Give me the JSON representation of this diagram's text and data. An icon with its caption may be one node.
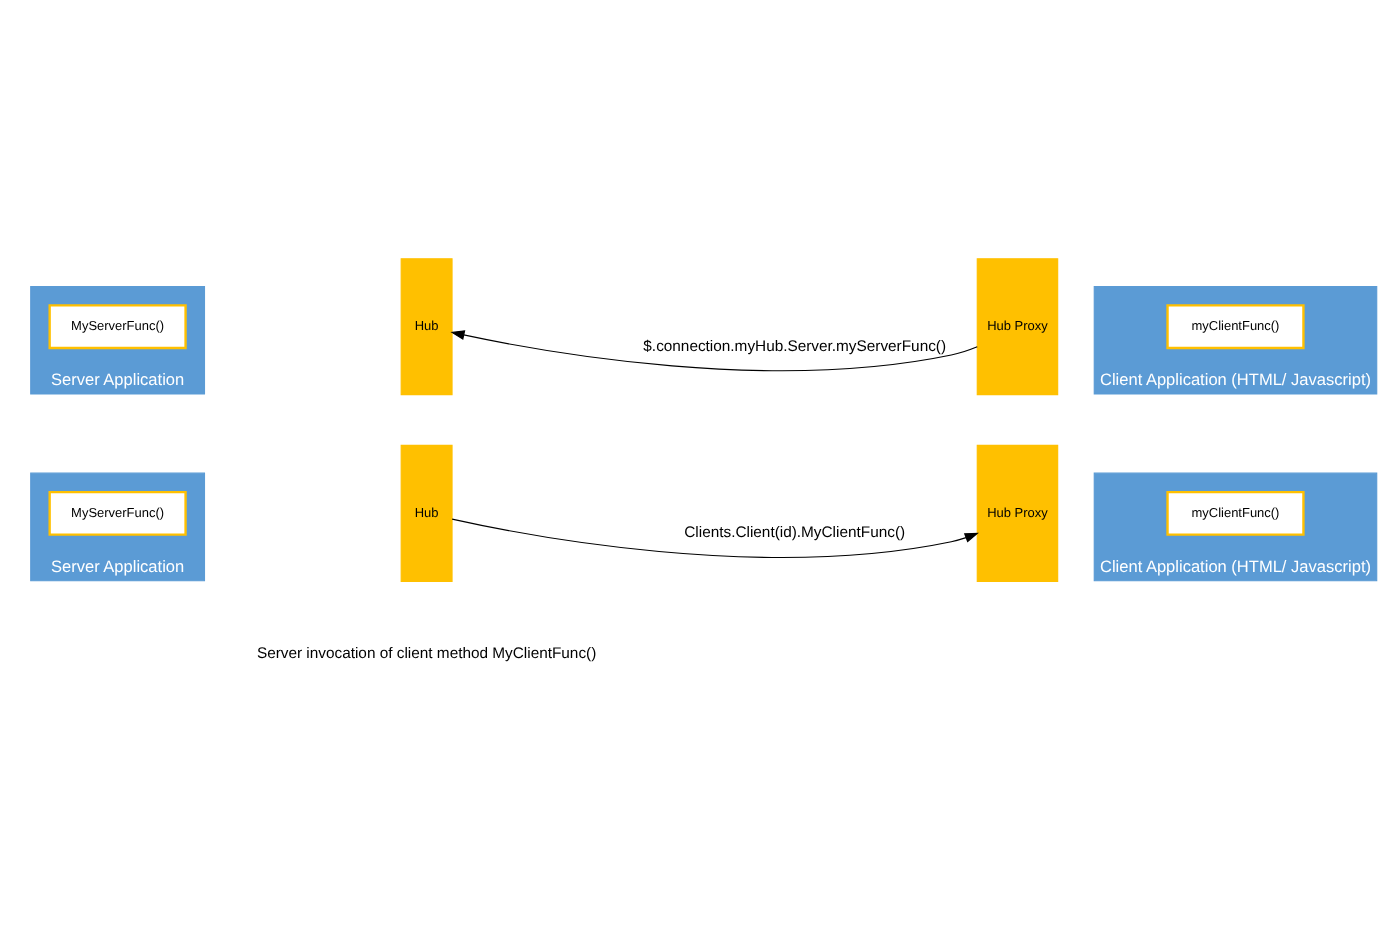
{
  "diagram": {
    "nodes": [
      {
        "text": [
          "Server Application"
        ]
      },
      {
        "text": [
          "MyServerFunc()"
        ],
        "in": 0
      },
      {
        "text": [
          "Hub"
        ]
      },
      {
        "text": [
          "Hub Proxy"
        ]
      },
      {
        "text": [
          "Client Application (HTML/ Javascript)"
        ]
      },
      {
        "text": [
          "myClientFunc()"
        ],
        "in": 4
      },
      {
        "text": [
          "Server Application"
        ]
      },
      {
        "text": [
          "MyServerFunc()"
        ],
        "in": 6
      },
      {
        "text": [
          "Hub"
        ]
      },
      {
        "text": [
          "Hub Proxy"
        ]
      },
      {
        "text": [
          "Client Application (HTML/ Javascript)"
        ]
      },
      {
        "text": [
          "myClientFunc()"
        ],
        "in": 10
      }
    ],
    "edges": [
      {
        "from": 2,
        "to": 3,
        "arrow": "to",
        "label": "Clients.Client(id).MyClientFunc()"
      },
      {
        "from": 9,
        "to": 8,
        "arrow": "to",
        "label": "$.connection.myHub.Server.myServerFunc()"
      }
    ],
    "labels": [
      "Server invocation of client method MyClientFunc()"
    ]
  }
}
